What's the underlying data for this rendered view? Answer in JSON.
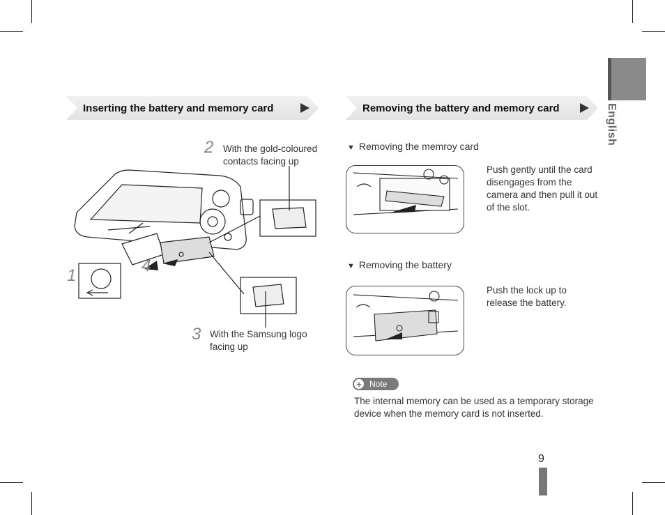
{
  "side_tab": {
    "language": "English"
  },
  "left": {
    "banner": "Inserting the battery and memory card",
    "steps": [
      {
        "num": "1"
      },
      {
        "num": "2",
        "caption": "With the gold-coloured contacts facing up"
      },
      {
        "num": "3",
        "caption": "With the Samsung logo facing up"
      },
      {
        "num": "4"
      }
    ]
  },
  "right": {
    "banner": "Removing the battery and memory card",
    "sections": [
      {
        "title": "Removing the memroy card",
        "text": "Push gently until the card disengages from the camera and then pull it out of the slot."
      },
      {
        "title": "Removing the battery",
        "text": "Push the lock up to release the battery."
      }
    ],
    "note": {
      "label": "Note",
      "text": "The internal memory can be used as a temporary storage device when the memory card is not inserted."
    }
  },
  "page": {
    "number": "9"
  }
}
